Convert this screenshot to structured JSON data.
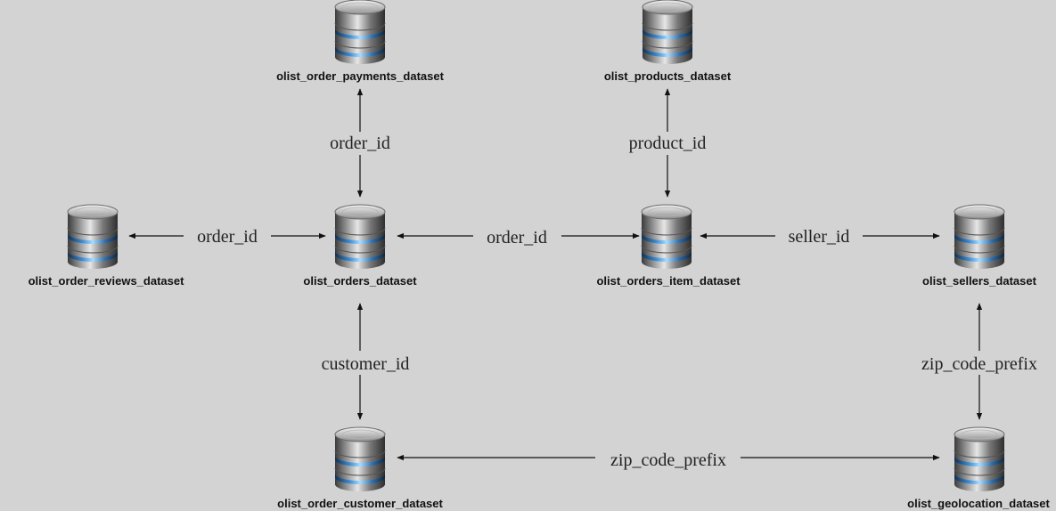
{
  "nodes": {
    "payments": "olist_order_payments_dataset",
    "products": "olist_products_dataset",
    "reviews": "olist_order_reviews_dataset",
    "orders": "olist_orders_dataset",
    "items": "olist_orders_item_dataset",
    "sellers": "olist_sellers_dataset",
    "customer": "olist_order_customer_dataset",
    "geolocation": "olist_geolocation_dataset"
  },
  "edges": {
    "orders_payments": "order_id",
    "items_products": "product_id",
    "reviews_orders": "order_id",
    "orders_items": "order_id",
    "items_sellers": "seller_id",
    "orders_customer": "customer_id",
    "sellers_geolocation": "zip_code_prefix",
    "customer_geolocation": "zip_code_prefix"
  }
}
